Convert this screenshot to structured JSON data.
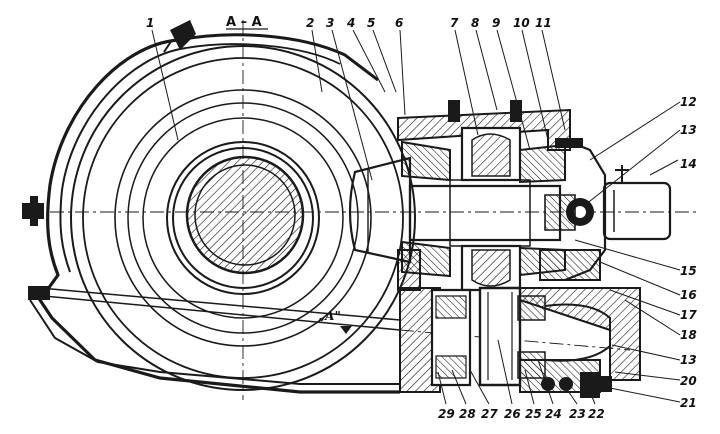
{
  "section_title": "А – А",
  "view_marker": "„А\"",
  "callouts": [
    {
      "id": "1",
      "label": "1"
    },
    {
      "id": "2",
      "label": "2"
    },
    {
      "id": "3",
      "label": "3"
    },
    {
      "id": "4",
      "label": "4"
    },
    {
      "id": "5",
      "label": "5"
    },
    {
      "id": "6",
      "label": "6"
    },
    {
      "id": "7",
      "label": "7"
    },
    {
      "id": "8",
      "label": "8"
    },
    {
      "id": "9",
      "label": "9"
    },
    {
      "id": "10",
      "label": "10"
    },
    {
      "id": "11",
      "label": "11"
    },
    {
      "id": "12",
      "label": "12"
    },
    {
      "id": "13a",
      "label": "13"
    },
    {
      "id": "14",
      "label": "14"
    },
    {
      "id": "15",
      "label": "15"
    },
    {
      "id": "16",
      "label": "16"
    },
    {
      "id": "17",
      "label": "17"
    },
    {
      "id": "18",
      "label": "18"
    },
    {
      "id": "13b",
      "label": "13"
    },
    {
      "id": "20",
      "label": "20"
    },
    {
      "id": "21",
      "label": "21"
    },
    {
      "id": "22",
      "label": "22"
    },
    {
      "id": "23",
      "label": "23"
    },
    {
      "id": "24",
      "label": "24"
    },
    {
      "id": "25",
      "label": "25"
    },
    {
      "id": "26",
      "label": "26"
    },
    {
      "id": "27",
      "label": "27"
    },
    {
      "id": "28",
      "label": "28"
    },
    {
      "id": "29",
      "label": "29"
    }
  ],
  "colors": {
    "ink": "#1a1a1a",
    "paper": "#ffffff"
  }
}
